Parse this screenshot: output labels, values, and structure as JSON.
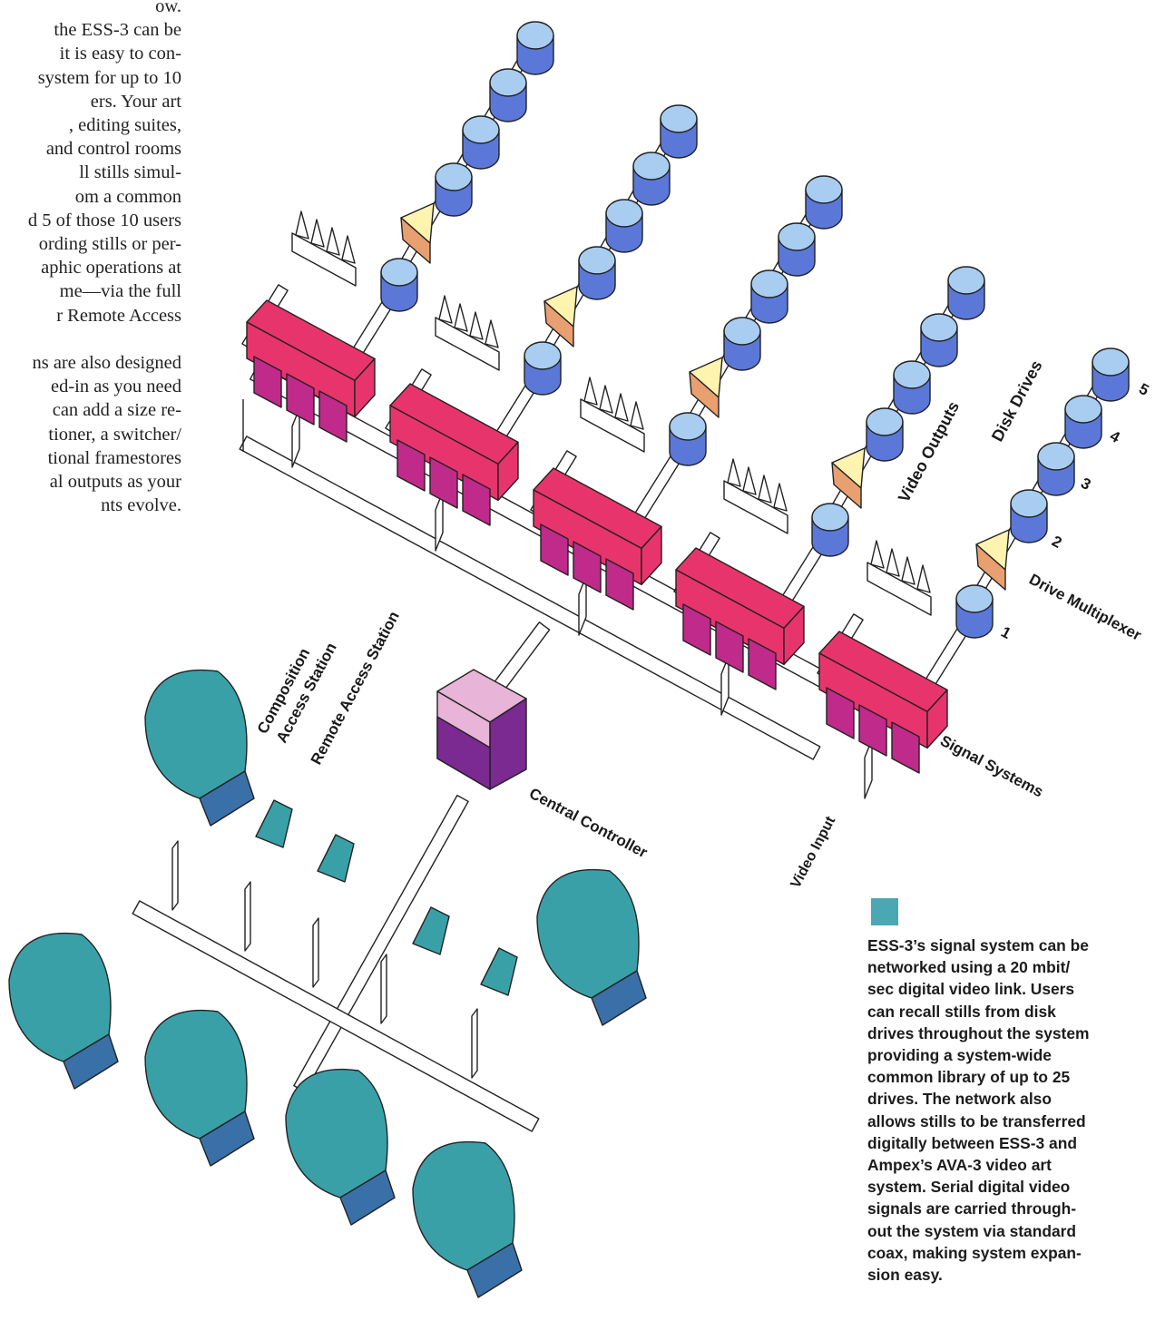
{
  "body_text": [
    "ow.",
    "the ESS-3 can be",
    "it is easy to con-",
    "system for up to 10",
    "ers. Your art",
    ", editing suites,",
    "and control rooms",
    "ll stills simul-",
    "om a common",
    "d 5 of those 10 users",
    "ording stills or per-",
    "aphic operations at",
    "me—via the full",
    "r Remote Access",
    "",
    "ns are also designed",
    "ed-in as you need",
    "can add a size re-",
    "tioner, a switcher/",
    "tional framestores",
    "al outputs as your",
    "nts evolve."
  ],
  "labels": {
    "disk_drives": "Disk Drives",
    "video_outputs": "Video Outputs",
    "drive_multiplexer": "Drive Multiplexer",
    "signal_systems": "Signal Systems",
    "video_input": "Video Input",
    "central_controller": "Central Controller",
    "composition_line1": "Composition",
    "composition_line2": "Access Station",
    "remote_access_station": "Remote Access Station",
    "drive_numbers": [
      "1",
      "2",
      "3",
      "4",
      "5"
    ]
  },
  "caption": [
    "ESS-3’s signal system can be",
    "networked using a 20 mbit/",
    "sec digital video link. Users",
    "can recall stills from disk",
    "drives throughout the system",
    "providing a system-wide",
    "common library of up to 25",
    "drives. The network also",
    "allows stills to be transferred",
    "digitally between ESS-3 and",
    "Ampex’s AVA-3 video art",
    "system. Serial digital video",
    "signals are carried through-",
    "out the system via standard",
    "coax, making system expan-",
    "sion easy."
  ],
  "colors": {
    "signal_system": "#e8346c",
    "signal_system_dark": "#c02a8a",
    "disk_top": "#a8cdf0",
    "disk_side": "#5b78d8",
    "multiplexer_light": "#fff3b0",
    "multiplexer_dark": "#e8a070",
    "controller_top": "#e8b4d8",
    "controller_side": "#7a2a90",
    "workstation": "#3aa0a8",
    "workstation_dark": "#3a70a8",
    "caption_square": "#4aa8b4"
  }
}
